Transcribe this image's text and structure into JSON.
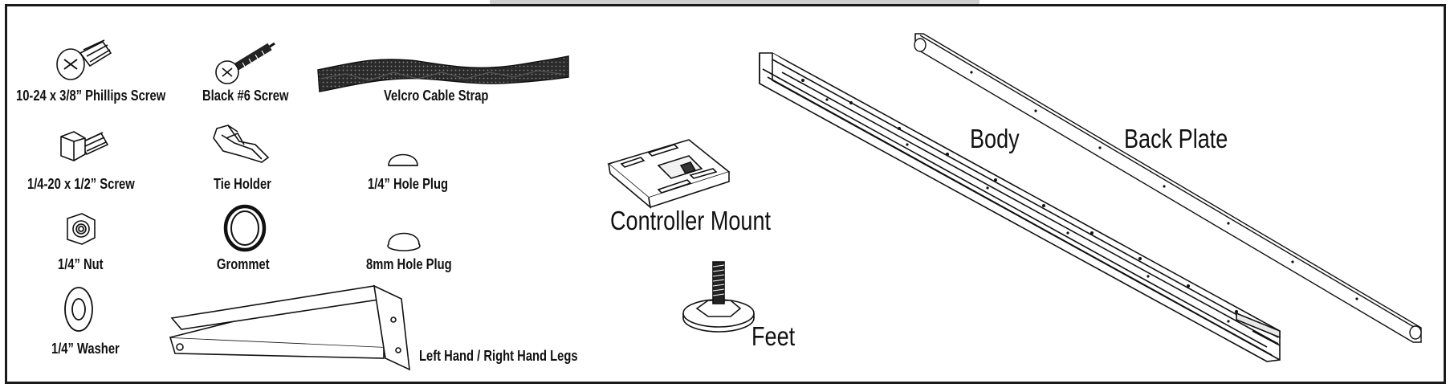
{
  "parts": {
    "phillips_screw": "10-24 x 3/8” Phillips Screw",
    "black_screw": "Black #6 Screw",
    "velcro_strap": "Velcro Cable Strap",
    "quarter_screw": "1/4-20 x 1/2” Screw",
    "tie_holder": "Tie Holder",
    "quarter_hole_plug": "1/4” Hole Plug",
    "quarter_nut": "1/4” Nut",
    "grommet": "Grommet",
    "mm8_hole_plug": "8mm Hole Plug",
    "quarter_washer": "1/4” Washer",
    "legs": "Left Hand / Right Hand Legs",
    "controller_mount": "Controller Mount",
    "feet": "Feet",
    "body": "Body",
    "back_plate": "Back Plate"
  }
}
